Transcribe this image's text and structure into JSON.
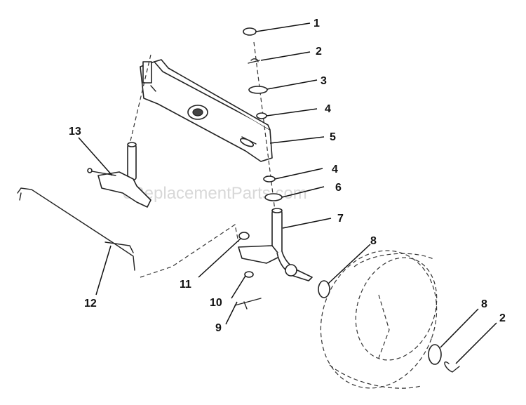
{
  "watermark": "eReplacementParts.com",
  "callouts": {
    "c1": "1",
    "c2a": "2",
    "c3": "3",
    "c4a": "4",
    "c5": "5",
    "c4b": "4",
    "c6": "6",
    "c7": "7",
    "c8a": "8",
    "c8b": "8",
    "c2b": "2",
    "c9": "9",
    "c10": "10",
    "c11": "11",
    "c12": "12",
    "c13": "13"
  }
}
